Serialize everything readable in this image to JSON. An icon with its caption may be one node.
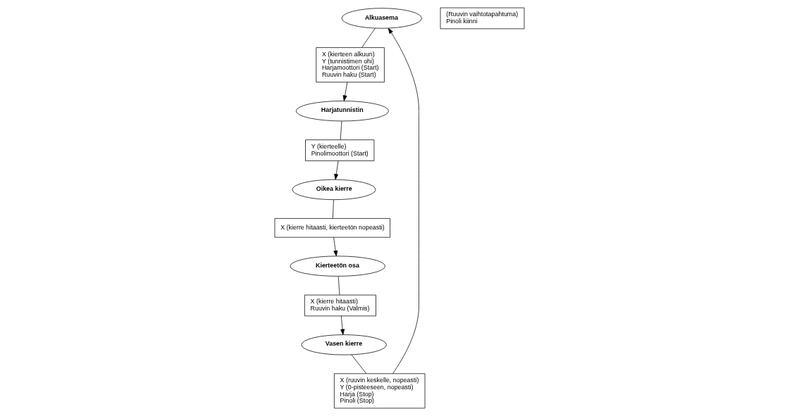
{
  "diagram": {
    "nodes": [
      {
        "text": [
          "Alkuasema"
        ]
      },
      {
        "text": [
          "(Ruuvin vaihtotapahtuma)",
          "Pinoli kiinni"
        ]
      },
      {
        "text": [
          "X (kierteen alkuun)",
          "Y (tunnistimen ohi)",
          "Harjamoottori (Start)",
          "Ruuvin haku (Start)"
        ]
      },
      {
        "text": [
          "Harjatunnistin"
        ]
      },
      {
        "text": [
          "Y (kierteelle)",
          "Pinolimoottori (Start)"
        ]
      },
      {
        "text": [
          "Oikea kierre"
        ]
      },
      {
        "text": [
          "Kierteetön osa"
        ]
      },
      {
        "text": [
          "X (kierre hitaasti, kierteetön nopeasti)"
        ]
      },
      {
        "text": [
          "X (ruuvin keskelle, nopeasti)",
          "Y (0-pisteeseen, nopeasti)",
          "Harja (Stop)",
          "Pinoli (Stop)"
        ]
      },
      {
        "text": [
          "X (kierre hitaasti)",
          "Ruuvin haku (Valmis)"
        ]
      },
      {
        "text": [
          "Vasen kierre"
        ]
      }
    ],
    "edges": [
      {
        "from": 0,
        "to": 2,
        "arrow": "none"
      },
      {
        "from": 2,
        "to": 3,
        "arrow": "to"
      },
      {
        "from": 3,
        "to": 4,
        "arrow": "none"
      },
      {
        "from": 4,
        "to": 5,
        "arrow": "to"
      },
      {
        "from": 5,
        "to": 7,
        "arrow": "none"
      },
      {
        "from": 7,
        "to": 6,
        "arrow": "to"
      },
      {
        "from": 6,
        "to": 9,
        "arrow": "none"
      },
      {
        "from": 9,
        "to": 10,
        "arrow": "to"
      },
      {
        "from": 10,
        "to": 8,
        "arrow": "none"
      },
      {
        "from": 8,
        "to": 0,
        "arrow": "to"
      }
    ]
  }
}
